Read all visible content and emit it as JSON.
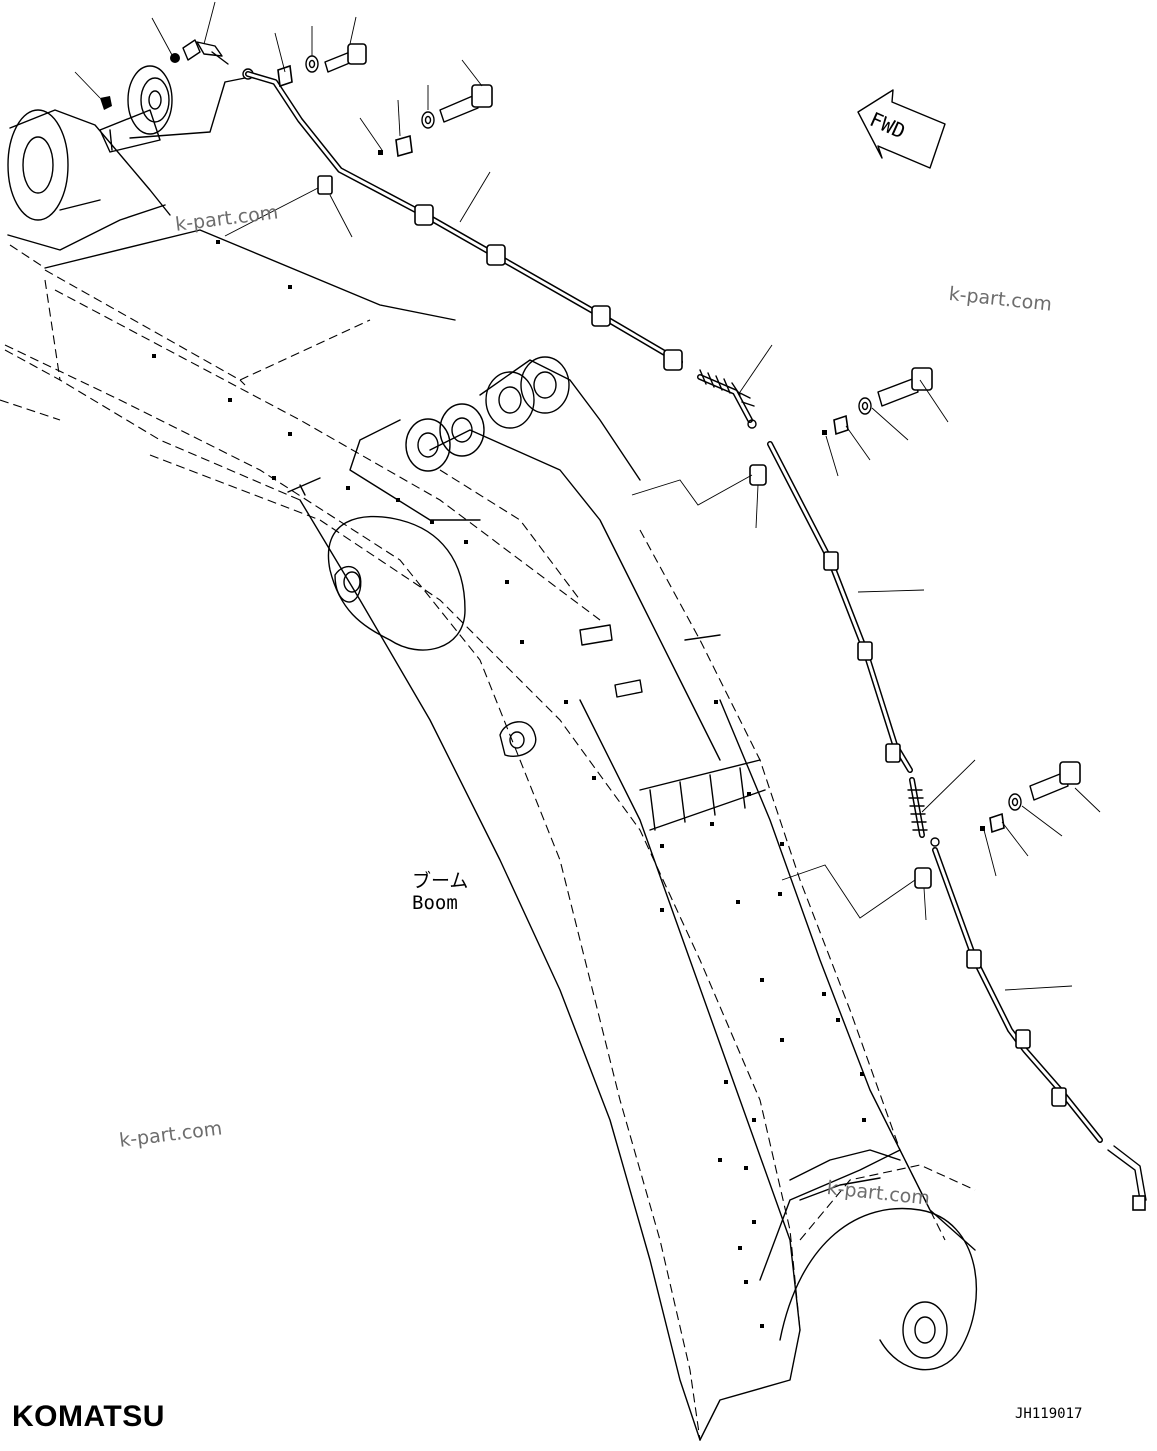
{
  "diagram": {
    "boom_label_jp": "ブーム",
    "boom_label_en": "Boom",
    "direction_label": "FWD",
    "drawing_code": "JH119017",
    "brand": "KOMATSU",
    "watermarks": [
      "k-part.com",
      "k-part.com",
      "k-part.com",
      "k-part.com"
    ]
  }
}
